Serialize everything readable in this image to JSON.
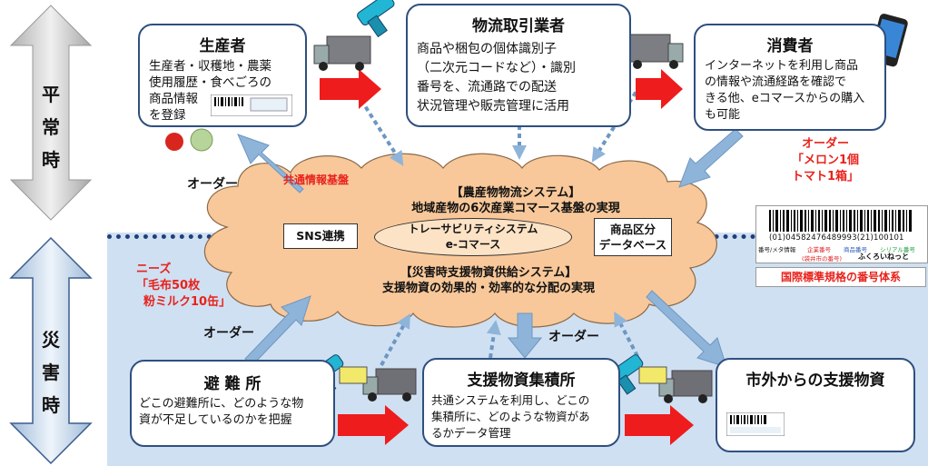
{
  "side": {
    "normal_label": [
      "平",
      "常",
      "時"
    ],
    "disaster_label": [
      "災",
      "害",
      "時"
    ]
  },
  "producer": {
    "title": "生産者",
    "body": [
      "生産者・収穫地・農薬",
      "使用履歴・食べごろの",
      "商品情報",
      "を登録"
    ]
  },
  "logistics": {
    "title": "物流取引業者",
    "body": [
      "商品や梱包の個体識別子",
      "（二次元コードなど）・識別",
      "番号を、流通路での配送",
      "状況管理や販売管理に活用"
    ]
  },
  "consumer": {
    "title": "消費者",
    "body": [
      "インターネットを利用し商品",
      "の情報や流通経路を確認で",
      "きる他、eコマースからの購入",
      "も可能"
    ]
  },
  "shelter": {
    "title": "避 難 所",
    "body": [
      "どこの避難所に、どのような物",
      "資が不足しているのかを把握"
    ]
  },
  "hub": {
    "title": "支援物資集積所",
    "body": [
      "共通システムを利用し、どこの",
      "集積所に、どのような物資があ",
      "るかデータ管理"
    ]
  },
  "outside": {
    "title": "市外からの支援物資"
  },
  "cloud": {
    "label_common": "共通情報基盤",
    "normal_system": "【農産物物流システム】",
    "normal_desc": "地域産物の6次産業コマース基盤の実現",
    "sns": "SNS連携",
    "center_line1": "トレーサビリティシステム",
    "center_line2": "e-コマース",
    "db_line1": "商品区分",
    "db_line2": "データベース",
    "disaster_system": "【災害時支援物資供給システム】",
    "disaster_desc": "支援物資の効果的・効率的な分配の実現"
  },
  "orders": {
    "left_top": "オーダー",
    "left_bottom": "オーダー",
    "center_bottom": "オーダー",
    "consumer_order_title": "オーダー",
    "consumer_order_line1": "「メロン1個",
    "consumer_order_line2": "トマト1箱」",
    "needs_title": "ニーズ",
    "needs_line1": "「毛布50枚",
    "needs_line2": "粉ミルク10缶」"
  },
  "barcode": {
    "digits": "(01)04582476489993(21)100101",
    "labels": [
      "番号/メタ情報",
      "企業番号",
      "商品番号",
      "シリアル番号"
    ],
    "sub": "(袋井市の番号)",
    "brand": "ふくろいねっと",
    "caption": "国際標準規格の番号体系"
  },
  "colors": {
    "arrow_blue": "#8fb4d9",
    "arrow_red": "#ee1c1c",
    "cloud": "#f8c89a",
    "disaster_bg": "#cfe0f2"
  }
}
